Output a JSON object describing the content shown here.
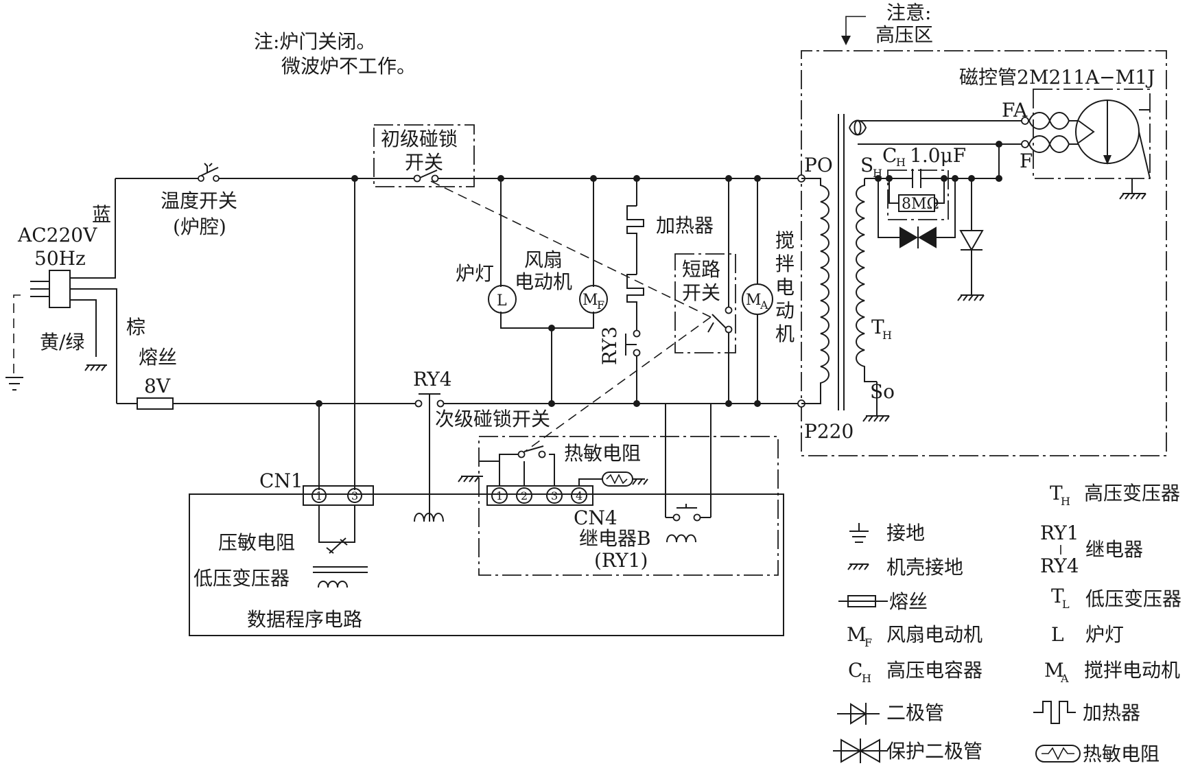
{
  "notes": {
    "door_line1": "注:炉门关闭。",
    "door_line2": "微波炉不工作。",
    "hv_line1": "注意:",
    "hv_line2": "高压区"
  },
  "power": {
    "ac": "AC220V",
    "hz": "50Hz",
    "blue": "蓝",
    "brown": "棕",
    "yellow_green": "黄/绿"
  },
  "components": {
    "temp_switch": "温度开关",
    "temp_switch_sub": "(炉腔)",
    "fuse": "熔丝",
    "fuse_value": "8V",
    "primary_interlock_1": "初级碰锁",
    "primary_interlock_2": "开关",
    "lamp_label": "炉灯",
    "lamp_symbol": "L",
    "fan_line1": "风扇",
    "fan_line2": "电动机",
    "fan_symbol": "M",
    "fan_sub": "F",
    "heater": "加热器",
    "ry3": "RY3",
    "short_switch_1": "短路",
    "short_switch_2": "开关",
    "stirrer_symbol": "M",
    "stirrer_sub": "A",
    "stirrer_label": "搅拌电动机",
    "po": "PO",
    "p220": "P220",
    "ry4": "RY4",
    "secondary_interlock": "次级碰锁开关",
    "thermistor": "热敏电阻",
    "cn1": "CN1",
    "cn1_pins": [
      "1",
      "3"
    ],
    "cn4": "CN4",
    "cn4_pins": [
      "1",
      "2",
      "3",
      "4"
    ],
    "relay_b": "继电器B",
    "relay_b_sub": "(RY1)",
    "varistor": "压敏电阻",
    "lv_transformer": "低压变压器",
    "data_circuit": "数据程序电路",
    "magnetron": "磁控管2M211A−M1J",
    "fa": "FA",
    "f": "F",
    "sh": "S",
    "sh_sub": "H",
    "ch": "C",
    "ch_sub": "H",
    "ch_value": "1.0μF",
    "resistor": "8MΩ",
    "th": "T",
    "th_sub": "H",
    "so": "So"
  },
  "legend": {
    "ground": "接地",
    "chassis": "机壳接地",
    "fuse": "熔丝",
    "fan_sym": "M",
    "fan_sub": "F",
    "fan": "风扇电动机",
    "cap_sym": "C",
    "cap_sub": "H",
    "cap": "高压电容器",
    "diode": "二极管",
    "protect_diode": "保护二极管",
    "th_sym": "T",
    "th_sub": "H",
    "th": "高压变压器",
    "ry_top": "RY1",
    "ry_bottom": "RY4",
    "relay": "继电器",
    "tl_sym": "T",
    "tl_sub": "L",
    "tl": "低压变压器",
    "lamp_sym": "L",
    "lamp": "炉灯",
    "ma_sym": "M",
    "ma_sub": "A",
    "ma": "搅拌电动机",
    "heater": "加热器",
    "thermistor": "热敏电阻"
  }
}
